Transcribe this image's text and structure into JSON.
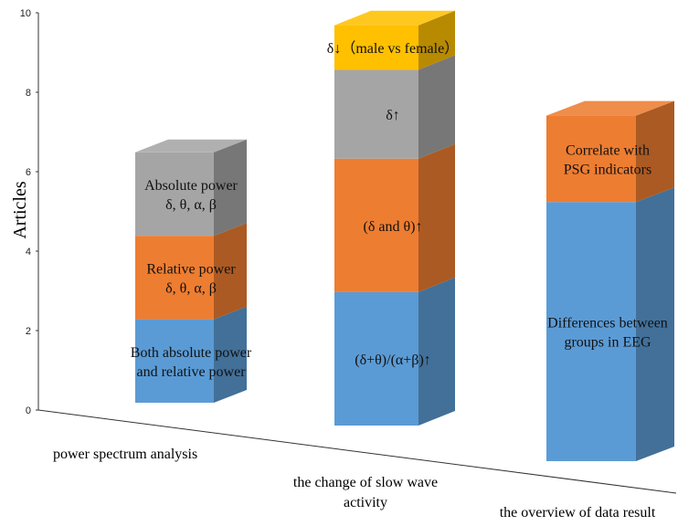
{
  "chart_data": {
    "type": "bar",
    "subtype": "stacked-3d",
    "ylabel": "Articles",
    "ylim": [
      0,
      10
    ],
    "yticks": [
      "0",
      "2",
      "4",
      "6",
      "8",
      "10"
    ],
    "grid": false,
    "categories": [
      "power spectrum analysis",
      "the change of slow wave activity",
      "the overview of data result"
    ],
    "stacks": [
      {
        "segments": [
          {
            "label": [
              "Both absolute power",
              "and relative power"
            ],
            "value": 2,
            "color": "#5b9bd5"
          },
          {
            "label": [
              "Relative power",
              "δ, θ, α, β"
            ],
            "value": 2,
            "color": "#ed7d31"
          },
          {
            "label": [
              "Absolute power",
              "δ, θ, α, β"
            ],
            "value": 2,
            "color": "#a5a5a5"
          }
        ]
      },
      {
        "segments": [
          {
            "label": [
              "(δ+θ)/(α+β)↑"
            ],
            "value": 3,
            "color": "#5b9bd5"
          },
          {
            "label": [
              "(δ and θ)↑"
            ],
            "value": 3,
            "color": "#ed7d31"
          },
          {
            "label": [
              "δ↑"
            ],
            "value": 2,
            "color": "#a5a5a5"
          },
          {
            "label": [
              "δ↓（male vs female）"
            ],
            "value": 1,
            "color": "#ffc000"
          }
        ]
      },
      {
        "segments": [
          {
            "label": [
              "Differences between",
              "groups in EEG"
            ],
            "value": 6,
            "color": "#5b9bd5"
          },
          {
            "label": [
              "Correlate with",
              "PSG indicators"
            ],
            "value": 2,
            "color": "#ed7d31"
          }
        ]
      }
    ]
  }
}
